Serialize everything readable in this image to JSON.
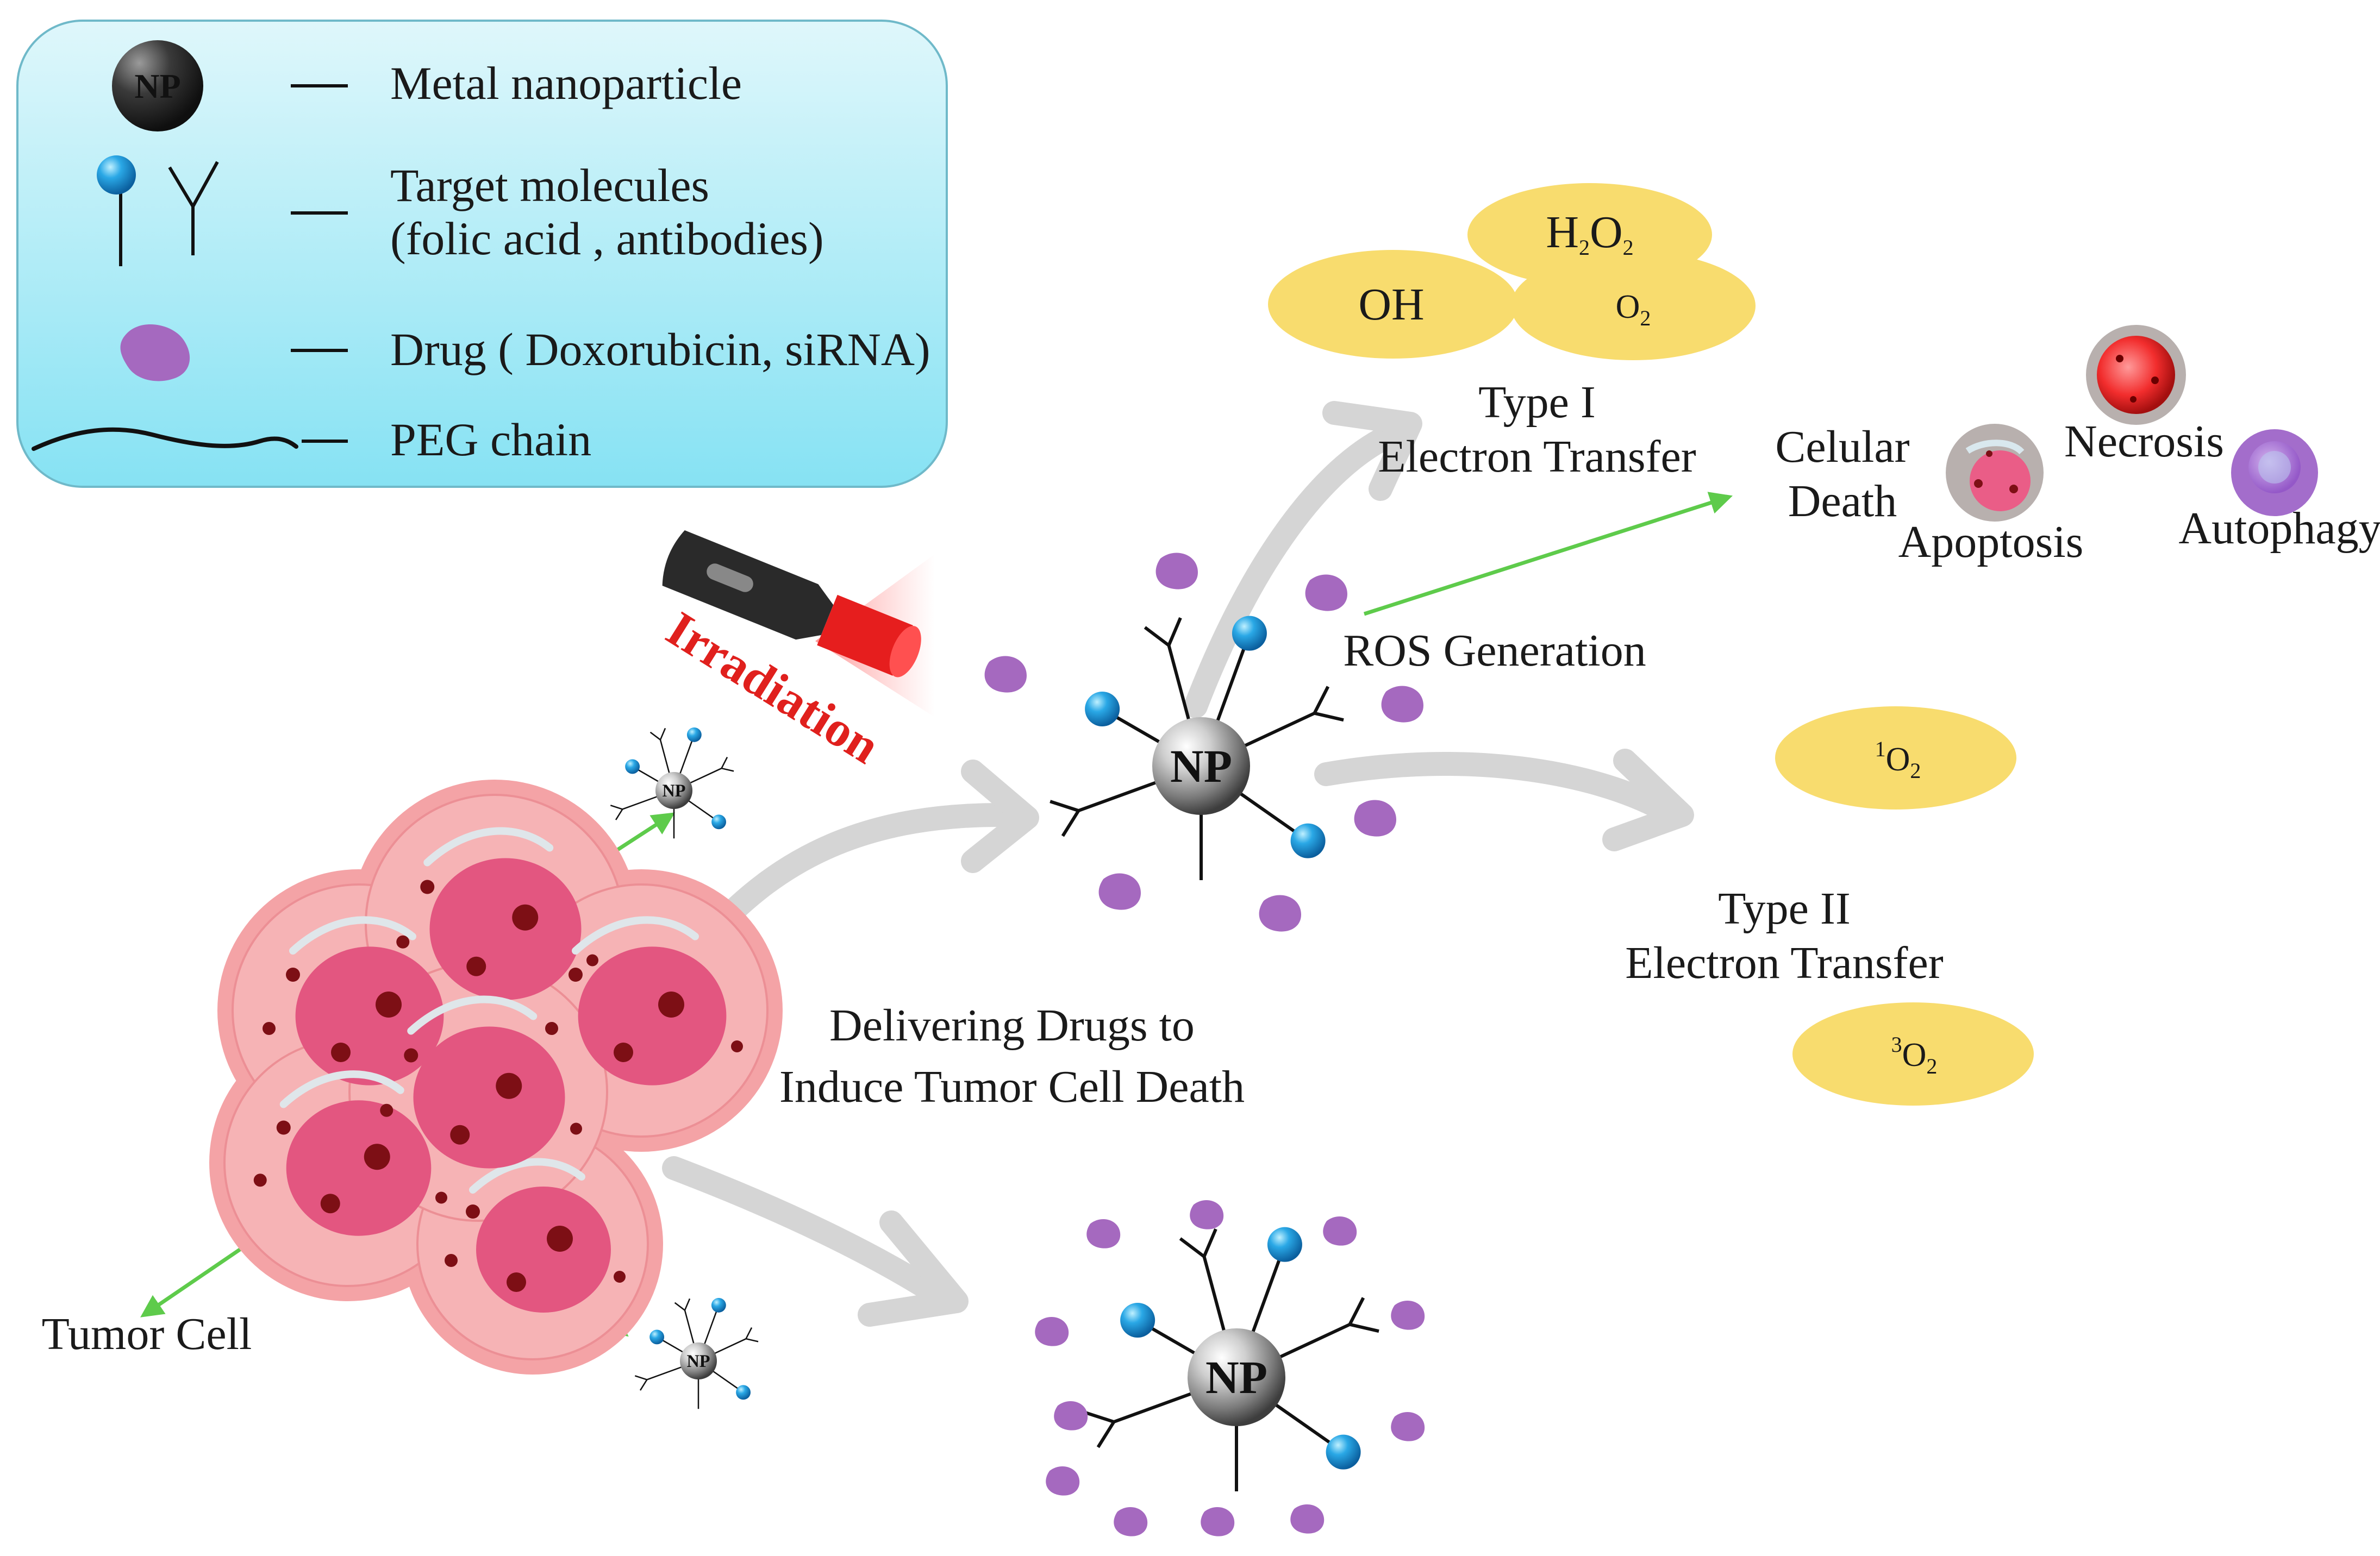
{
  "legend": {
    "items": [
      {
        "label": "Metal nanoparticle"
      },
      {
        "label": "Target molecules"
      },
      {
        "label": "(folic acid , antibodies)"
      },
      {
        "label": "Drug ( Doxorubicin, siRNA)"
      },
      {
        "label": "PEG chain"
      }
    ],
    "np_label": "NP"
  },
  "nanoparticle": {
    "label": "NP"
  },
  "irradiation": "Irradiation",
  "tumor_cell": "Tumor Cell",
  "delivering": {
    "line1": "Delivering Drugs to",
    "line2": "Induce Tumor Cell Death"
  },
  "ros_generation": "ROS Generation",
  "type1": {
    "line1": "Type I",
    "line2": "Electron Transfer"
  },
  "type2": {
    "line1": "Type II",
    "line2": "Electron Transfer"
  },
  "species": {
    "oh": "OH",
    "h2o2_main": "H",
    "h2o2_sub1": "2",
    "h2o2_mid": "O",
    "h2o2_sub2": "2",
    "o2_main": "O",
    "o2_sub": "2",
    "singlet_sup": "1",
    "singlet_main": "O",
    "singlet_sub": "2",
    "triplet_sup": "3",
    "triplet_main": "O",
    "triplet_sub": "2"
  },
  "cell_death": {
    "line1": "Celular",
    "line2": "Death",
    "necrosis": "Necrosis",
    "apoptosis": "Apoptosis",
    "autophagy": "Autophagy"
  },
  "colors": {
    "legend_bg_top": "#d9f6fb",
    "legend_bg_bottom": "#7fe0f2",
    "ellipse_yellow": "#f8dc6e",
    "arrow_gray": "#d5d5d5",
    "arrow_green": "#5ecb4b",
    "drug_purple": "#a569bf",
    "target_blue": "#1e90d6",
    "tumor_outer": "#f4a3a6",
    "tumor_inner": "#e35680",
    "tumor_dot": "#7d0f15"
  }
}
